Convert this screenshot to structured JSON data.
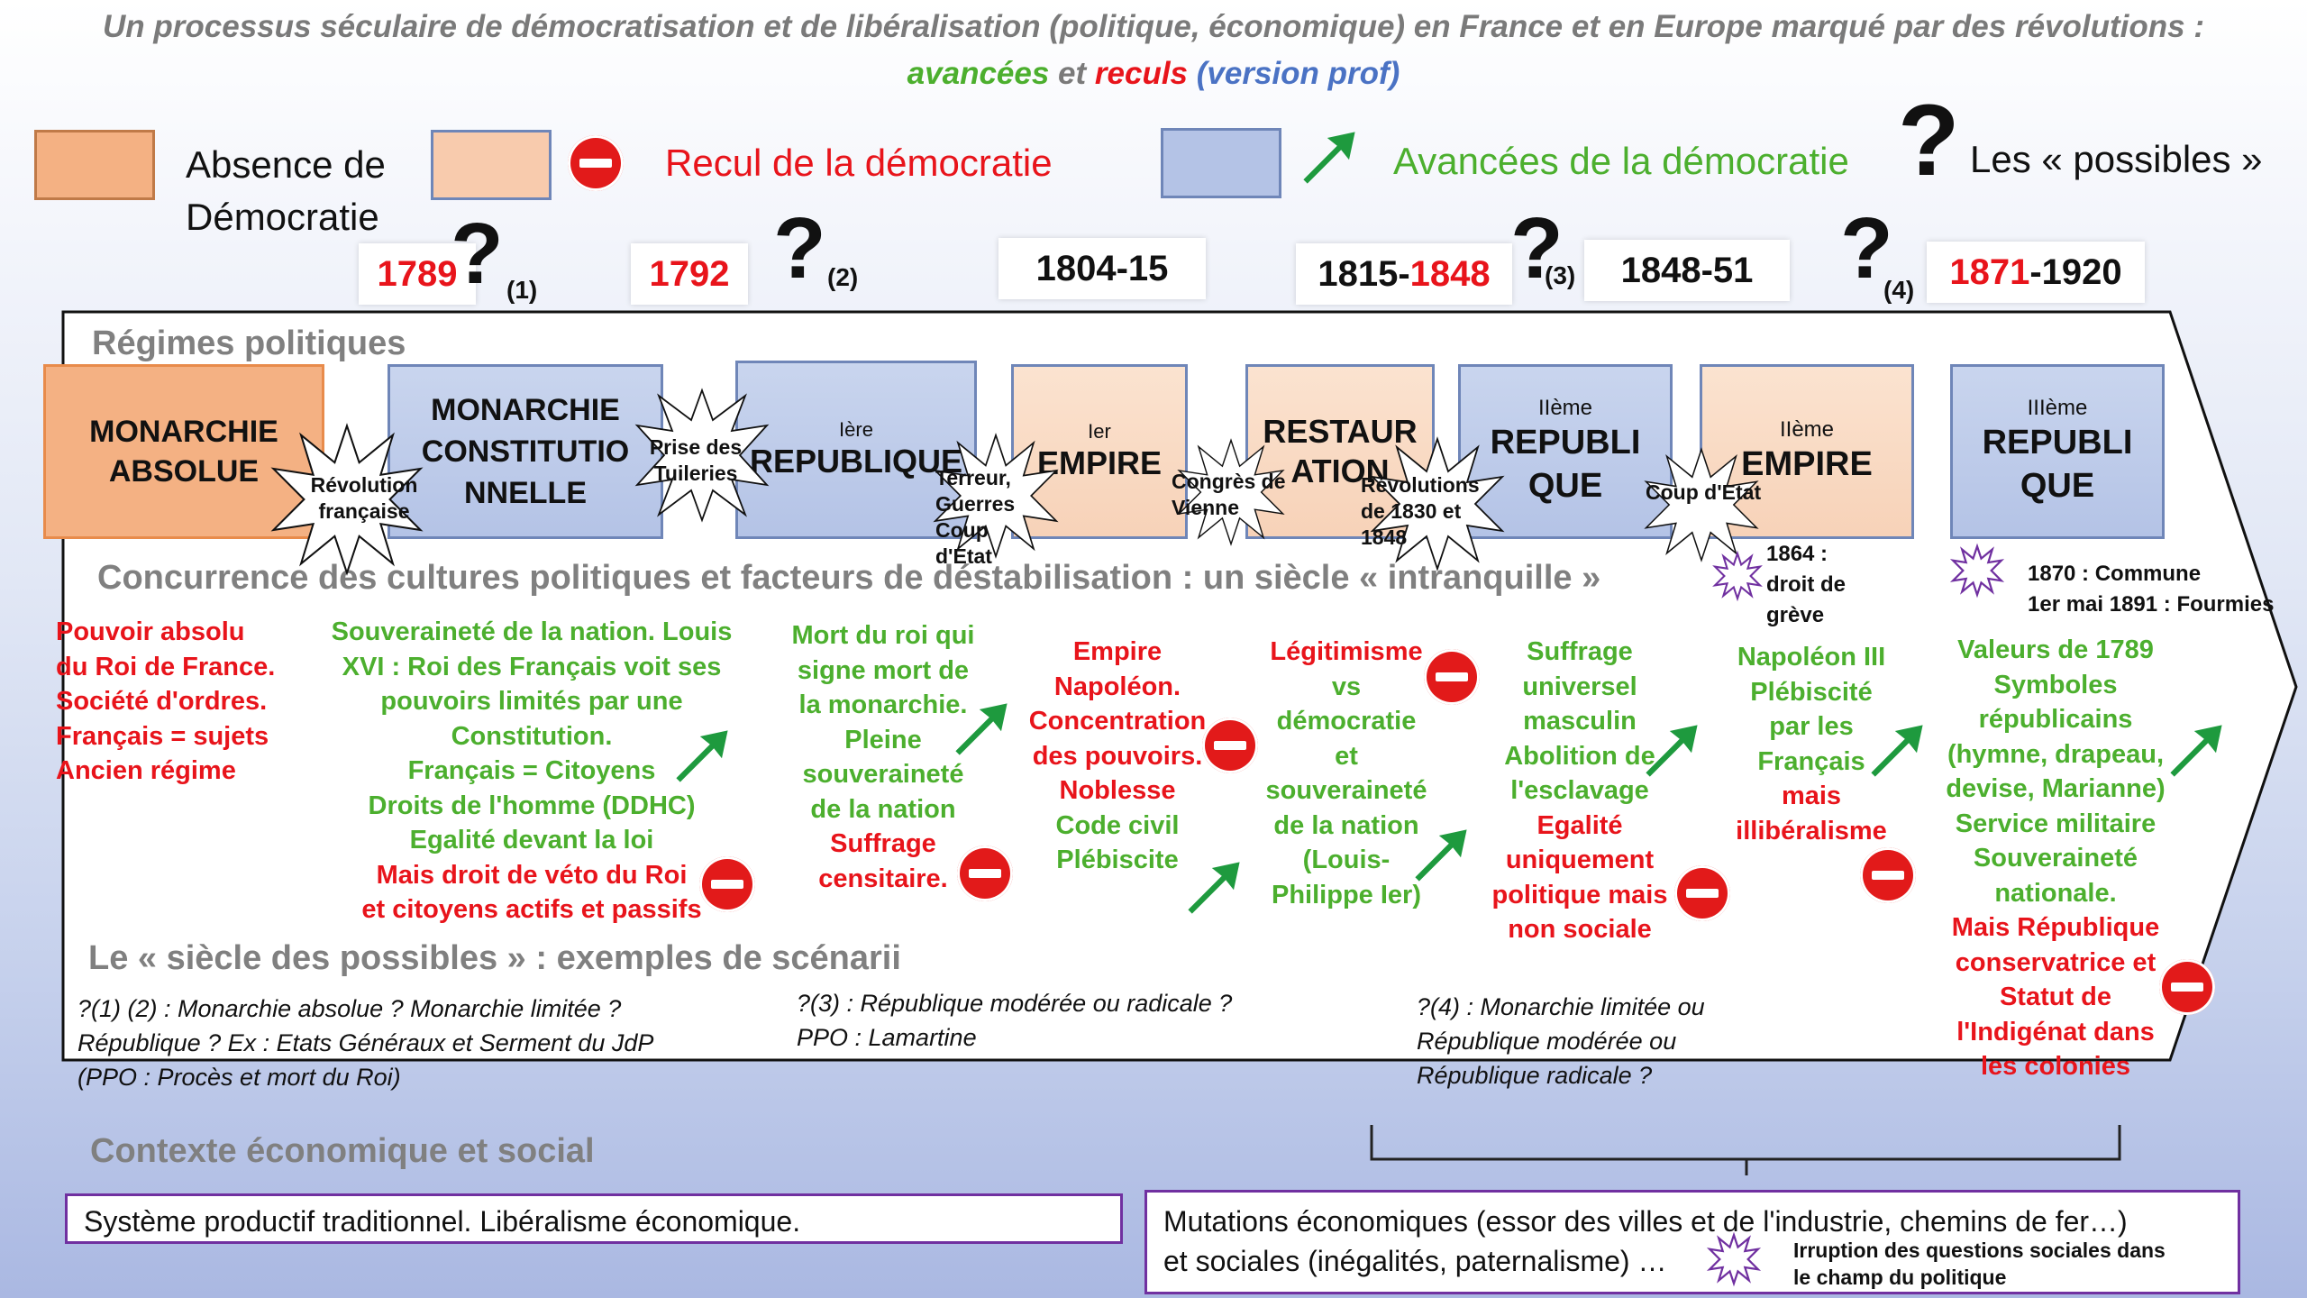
{
  "title": {
    "line1": "Un processus séculaire de démocratisation et de libéralisation (politique, économique) en France et en Europe marqué par des révolutions :",
    "advances": "avancées",
    "and": " et ",
    "setbacks": "reculs",
    "version": " (version prof)"
  },
  "legend": {
    "absence_line1": "Absence de",
    "absence_line2": "Démocratie",
    "recul": "Recul de la démocratie",
    "avancee": "Avancées de la démocratie",
    "possibles_q": "?",
    "possibles": "Les « possibles »",
    "colors": {
      "absence": "#f4b183",
      "recul": "#f8cbad",
      "avancee": "#b4c3e6"
    }
  },
  "timeline": {
    "years": [
      {
        "black": "",
        "red": "1789",
        "black_after": "",
        "q": "(1)"
      },
      {
        "black": "",
        "red": "1792",
        "black_after": "",
        "q": "(2)"
      },
      {
        "black": "1804-15",
        "red": "",
        "black_after": ""
      },
      {
        "black": "1815-",
        "red": "1848",
        "black_after": "",
        "q": "(3)"
      },
      {
        "black": "1848-51",
        "red": "",
        "black_after": "",
        "q": "(4)"
      },
      {
        "black": "",
        "red": "1871",
        "black_after": "-1920"
      }
    ]
  },
  "sections": {
    "regimes": "Régimes politiques",
    "cultures": "Concurrence des cultures politiques et facteurs de déstabilisation : un siècle « intranquille »",
    "possibles": "Le « siècle des possibles » : exemples de scénarii",
    "contexte": "Contexte économique et social"
  },
  "regimes": [
    {
      "sup": "",
      "label": "MONARCHIE\nABSOLUE"
    },
    {
      "sup": "",
      "label": "MONARCHIE\nCONSTITUTIO\nNNELLE"
    },
    {
      "sup": "Ière",
      "label": "REPUBLIQUE"
    },
    {
      "sup": "Ier",
      "label": "EMPIRE"
    },
    {
      "sup": "",
      "label": "RESTAUR\nATION"
    },
    {
      "sup": "IIème",
      "label": "REPUBLI\nQUE"
    },
    {
      "sup": "IIème",
      "label": "EMPIRE"
    },
    {
      "sup": "IIIème",
      "label": "REPUBLI\nQUE"
    }
  ],
  "bursts": {
    "revolution": "Révolution\nfrançaise",
    "tuileries": "Prise des\nTuileries",
    "terreur": "Terreur,\nGuerres\nCoup d'Etat",
    "vienne": "Congrès de\nVienne",
    "revolutions": "Révolutions\nde 1830 et\n1848",
    "coup": "Coup d'Etat",
    "greve": "1864 :\ndroit de\ngrève",
    "commune": "1870 : Commune\n1er mai 1891 : Fourmies",
    "social": "Irruption des questions sociales  dans\nle champ du politique"
  },
  "columns": {
    "c1": [
      "Pouvoir absolu",
      "du Roi de France.",
      "Société d'ordres.",
      "Français = sujets",
      "Ancien régime"
    ],
    "c2_green": [
      "Souveraineté de la nation. Louis",
      "XVI : Roi des Français voit ses",
      "pouvoirs limités par une",
      "Constitution.",
      "Français = Citoyens",
      "Droits de l'homme (DDHC)",
      "Egalité devant la loi"
    ],
    "c2_red": [
      "Mais droit de véto du Roi",
      "et citoyens actifs et passifs"
    ],
    "c3_green": [
      "Mort du roi qui",
      "signe mort de",
      "la monarchie.",
      "Pleine",
      "souveraineté",
      "de la nation"
    ],
    "c3_red": [
      "Suffrage",
      "censitaire."
    ],
    "c4_red": [
      "Empire",
      "Napoléon.",
      "Concentration",
      "des pouvoirs.",
      "Noblesse"
    ],
    "c4_green": [
      "Code civil",
      "Plébiscite"
    ],
    "c5_red": [
      "Légitimisme"
    ],
    "c5_green": [
      "vs",
      "démocratie",
      "et",
      "souveraineté",
      "de la nation",
      "(Louis-",
      "Philippe Ier)"
    ],
    "c6_green": [
      "Suffrage",
      "universel",
      "masculin",
      "Abolition de",
      "l'esclavage"
    ],
    "c6_red": [
      "Egalité",
      "uniquement",
      "politique mais",
      "non sociale"
    ],
    "c7_green": [
      "Napoléon III",
      "Plébiscité",
      "par les",
      "Français"
    ],
    "c7_red": [
      "mais",
      "illibéralisme"
    ],
    "c8_green": [
      "Valeurs de 1789",
      "Symboles",
      "républicains",
      "(hymne, drapeau,",
      "devise, Marianne)",
      "Service militaire",
      "Souveraineté",
      "nationale."
    ],
    "c8_red": [
      "Mais République",
      "conservatrice et",
      "Statut de",
      "l'Indigénat dans",
      "les colonies"
    ]
  },
  "scenarios": {
    "s1": [
      "?(1) (2) : Monarchie absolue ? Monarchie limitée ?",
      "République ? Ex : Etats Généraux et Serment du JdP",
      "(PPO : Procès et mort du Roi)"
    ],
    "s2": [
      "?(3) : République modérée ou radicale ?",
      "PPO : Lamartine"
    ],
    "s3": [
      "?(4) : Monarchie limitée ou",
      "République modérée ou",
      "République radicale ?"
    ]
  },
  "context": {
    "box1": "Système productif traditionnel. Libéralisme économique.",
    "box2_line1": "Mutations économiques (essor des villes et de l'industrie, chemins de fer…)",
    "box2_line2": "et sociales (inégalités, paternalisme) …"
  }
}
